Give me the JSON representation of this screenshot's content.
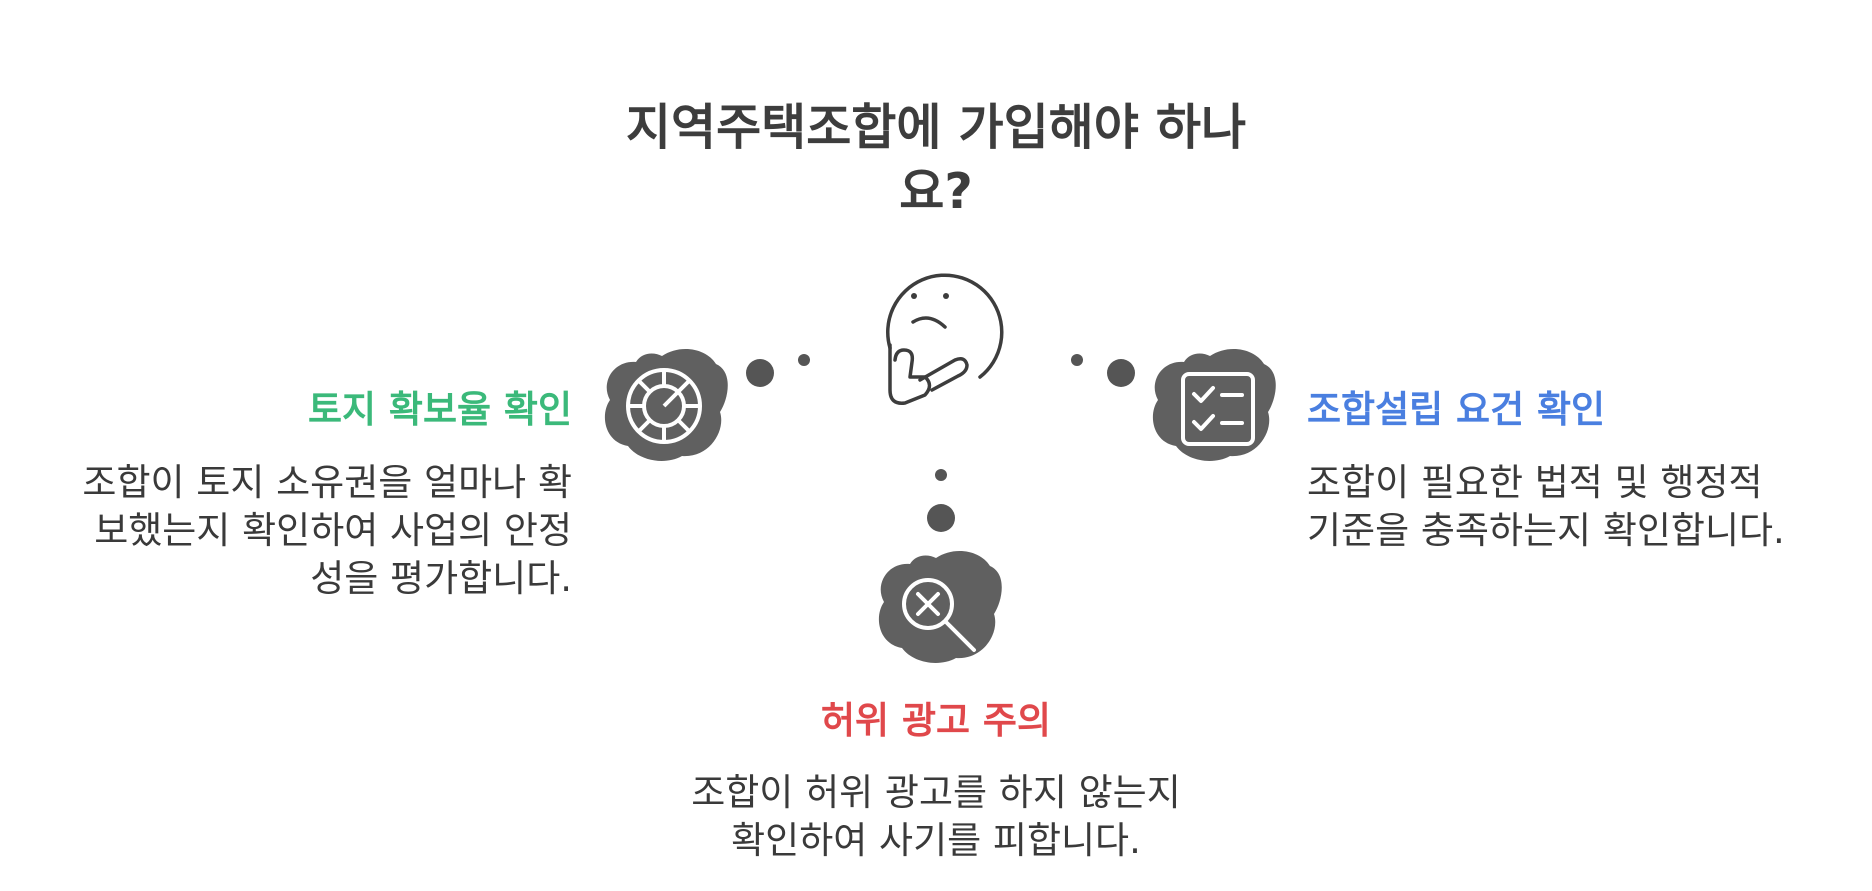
{
  "title": {
    "line1": "지역주택조합에 가입해야 하나",
    "line2": "요?"
  },
  "center_icon": "thinking-face-icon",
  "colors": {
    "land": "#3bb97a",
    "requirements": "#4a7fe0",
    "advertising": "#e0484b",
    "icon_blob": "#606060",
    "text": "#3a3a3a"
  },
  "items": {
    "land": {
      "heading": "토지 확보율 확인",
      "icon": "pie-chart-icon",
      "desc": [
        "조합이 토지 소유권을 얼마나 확",
        "보했는지 확인하여 사업의 안정",
        "성을 평가합니다."
      ]
    },
    "requirements": {
      "heading": "조합설립 요건 확인",
      "icon": "checklist-icon",
      "desc": [
        "조합이 필요한 법적 및 행정적",
        "기준을 충족하는지 확인합니다."
      ]
    },
    "advertising": {
      "heading": "허위 광고 주의",
      "icon": "search-x-icon",
      "desc": [
        "조합이 허위 광고를 하지 않는지",
        "확인하여 사기를 피합니다."
      ]
    }
  }
}
